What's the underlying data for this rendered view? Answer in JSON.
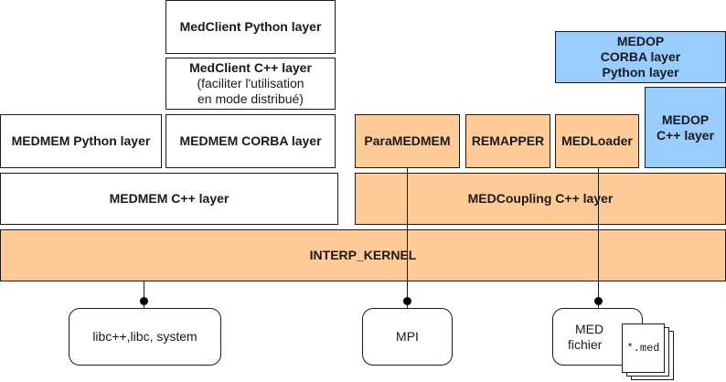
{
  "top": {
    "medclient_python": "MedClient Python layer",
    "medclient_cpp": "MedClient C++ layer",
    "medclient_cpp_note_1": "(faciliter l'utilisation",
    "medclient_cpp_note_2": "en mode distribué)"
  },
  "medmem": {
    "python": "MEDMEM Python layer",
    "corba": "MEDMEM CORBA layer",
    "cpp": "MEDMEM C++ layer"
  },
  "medcoupling": {
    "paramedmem": "ParaMEDMEM",
    "remapper": "REMAPPER",
    "medloader": "MEDLoader",
    "cpp": "MEDCoupling C++ layer"
  },
  "medop": {
    "corba_1": "MEDOP",
    "corba_2": "CORBA layer",
    "corba_3": "Python layer",
    "cpp_1": "MEDOP",
    "cpp_2": "C++ layer"
  },
  "kernel": "INTERP_KERNEL",
  "dependencies": {
    "libc": "libc++,libc, system",
    "mpi": "MPI",
    "med_1": "MED",
    "med_2": "fichier",
    "file": "*.med"
  },
  "colors": {
    "orange": "#ffcc99",
    "blue": "#99ccff",
    "white": "#ffffff"
  }
}
